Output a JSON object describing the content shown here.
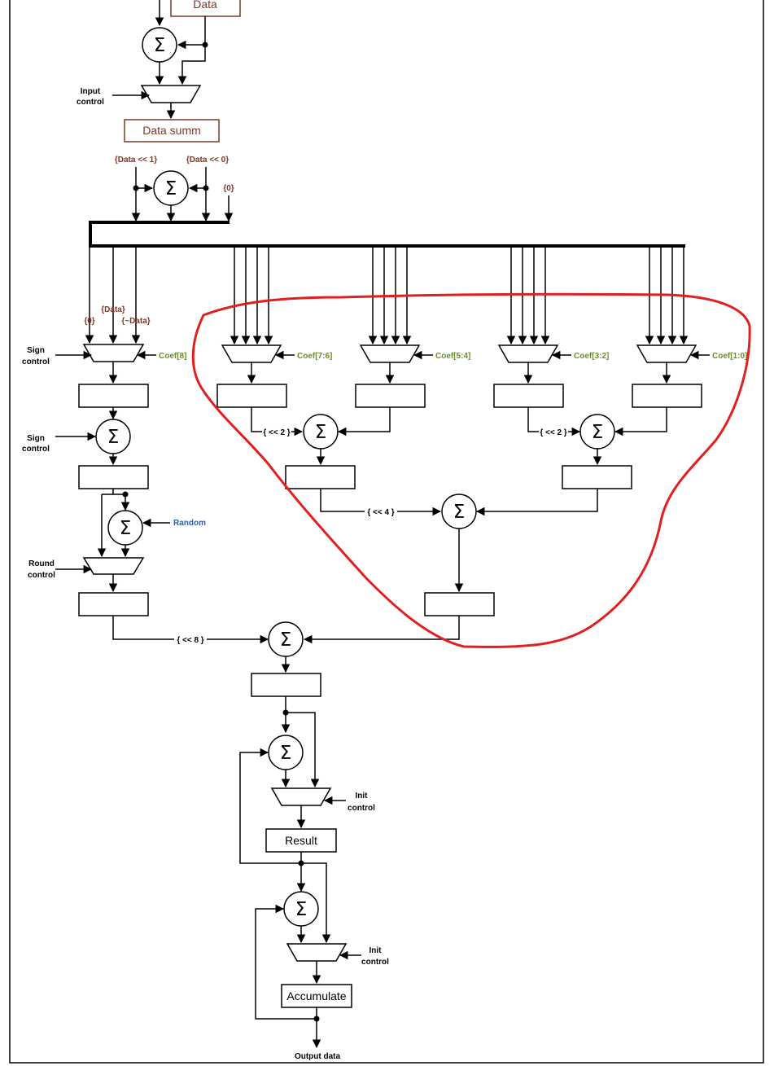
{
  "labels": {
    "data": "Data",
    "data_summ": "Data summ",
    "data_shift1": "{Data << 1}",
    "data_shift0": "{Data << 0}",
    "zero_top": "{0}",
    "zero_left": "{0}",
    "data_in": "{Data}",
    "not_data": "{~Data}",
    "input_control_1": "Input",
    "input_control_2": "control",
    "sign_control_a1": "Sign",
    "sign_control_a2": "control",
    "sign_control_b1": "Sign",
    "sign_control_b2": "control",
    "round_control_1": "Round",
    "round_control_2": "control",
    "random": "Random",
    "coef8": "Coef[8]",
    "coef76": "Coef[7:6]",
    "coef54": "Coef[5:4]",
    "coef32": "Coef[3:2]",
    "coef10": "Coef[1:0]",
    "shl2_a": "{ << 2 }",
    "shl2_b": "{ << 2 }",
    "shl4": "{ << 4 }",
    "shl8": "{ << 8 }",
    "result": "Result",
    "accumulate": "Accumulate",
    "init_control_a1": "Init",
    "init_control_a2": "control",
    "init_control_b1": "Init",
    "init_control_b2": "control",
    "output_data": "Output data",
    "sigma": "Σ"
  },
  "colors": {
    "label_brown": "#7a3a2a",
    "coef_green": "#6b8e23",
    "random_blue": "#2f5fa8",
    "highlight_red": "#e02020"
  }
}
